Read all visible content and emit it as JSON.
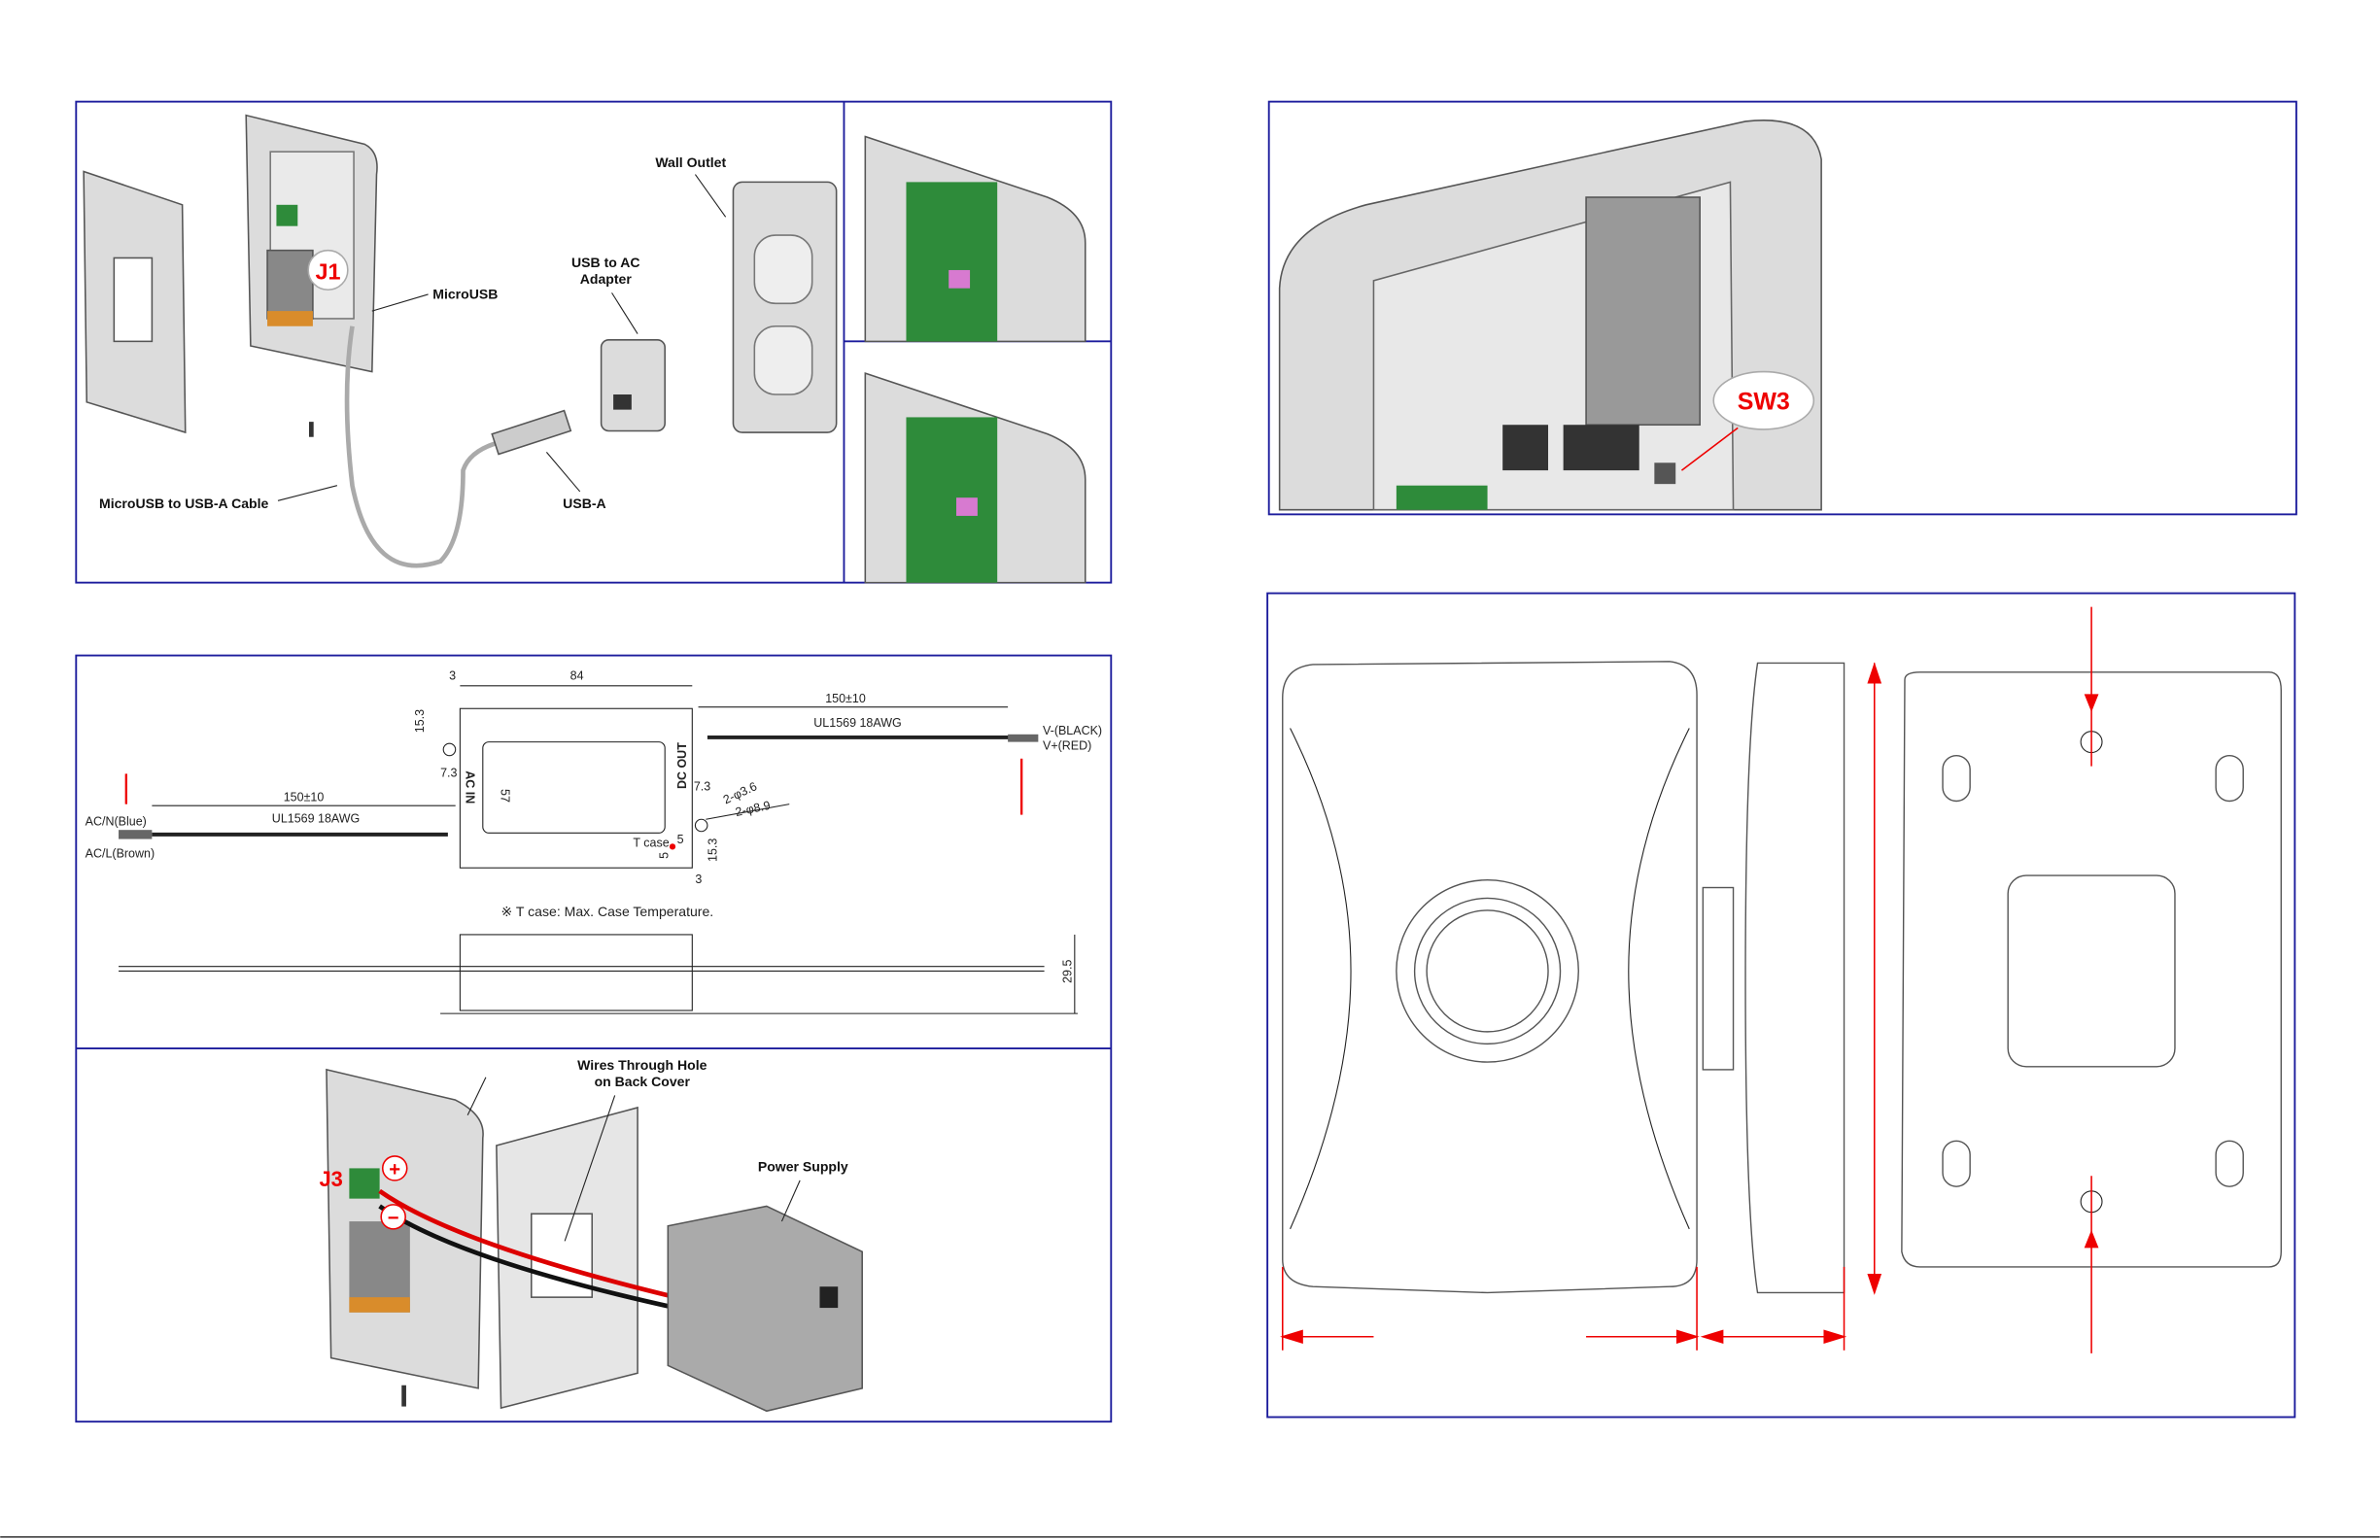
{
  "colors": {
    "frame": "#1c1c9c",
    "callout": "#e00000",
    "pcb": "#2e8b3a"
  },
  "panel_usb": {
    "wall_outlet": "Wall Outlet",
    "adapter_line1": "USB to AC",
    "adapter_line2": "Adapter",
    "microusb": "MicroUSB",
    "j1": "J1",
    "cable": "MicroUSB to USB-A Cable",
    "usba": "USB-A"
  },
  "panel_psu_drawing": {
    "dim_3_top": "3",
    "dim_84": "84",
    "dim_15_3_left": "15.3",
    "dim_7_3_left": "7.3",
    "dim_57": "57",
    "ac_in": "AC IN",
    "dc_out": "DC OUT",
    "out_length": "150±10",
    "out_wire": "UL1569 18AWG",
    "v_minus": "V-(BLACK)",
    "v_plus": "V+(RED)",
    "in_length": "150±10",
    "in_wire": "UL1569 18AWG",
    "ac_n": "AC/N(Blue)",
    "ac_l": "AC/L(Brown)",
    "dim_7_3_right": "7.3",
    "hole_small": "2-φ3.6",
    "hole_large": "2-φ8.9",
    "tcase": "T case",
    "dim_5a": "5",
    "dim_5b": "5",
    "dim_15_3_right": "15.3",
    "dim_3_bottom": "3",
    "note": "※ T case: Max. Case Temperature.",
    "dim_29_5": "29.5"
  },
  "panel_psu_wiring": {
    "wires_line1": "Wires Through Hole",
    "wires_line2": "on Back Cover",
    "power_supply": "Power Supply",
    "j3": "J3",
    "plus": "+",
    "minus": "−"
  },
  "panel_sw3": {
    "sw3": "SW3"
  }
}
